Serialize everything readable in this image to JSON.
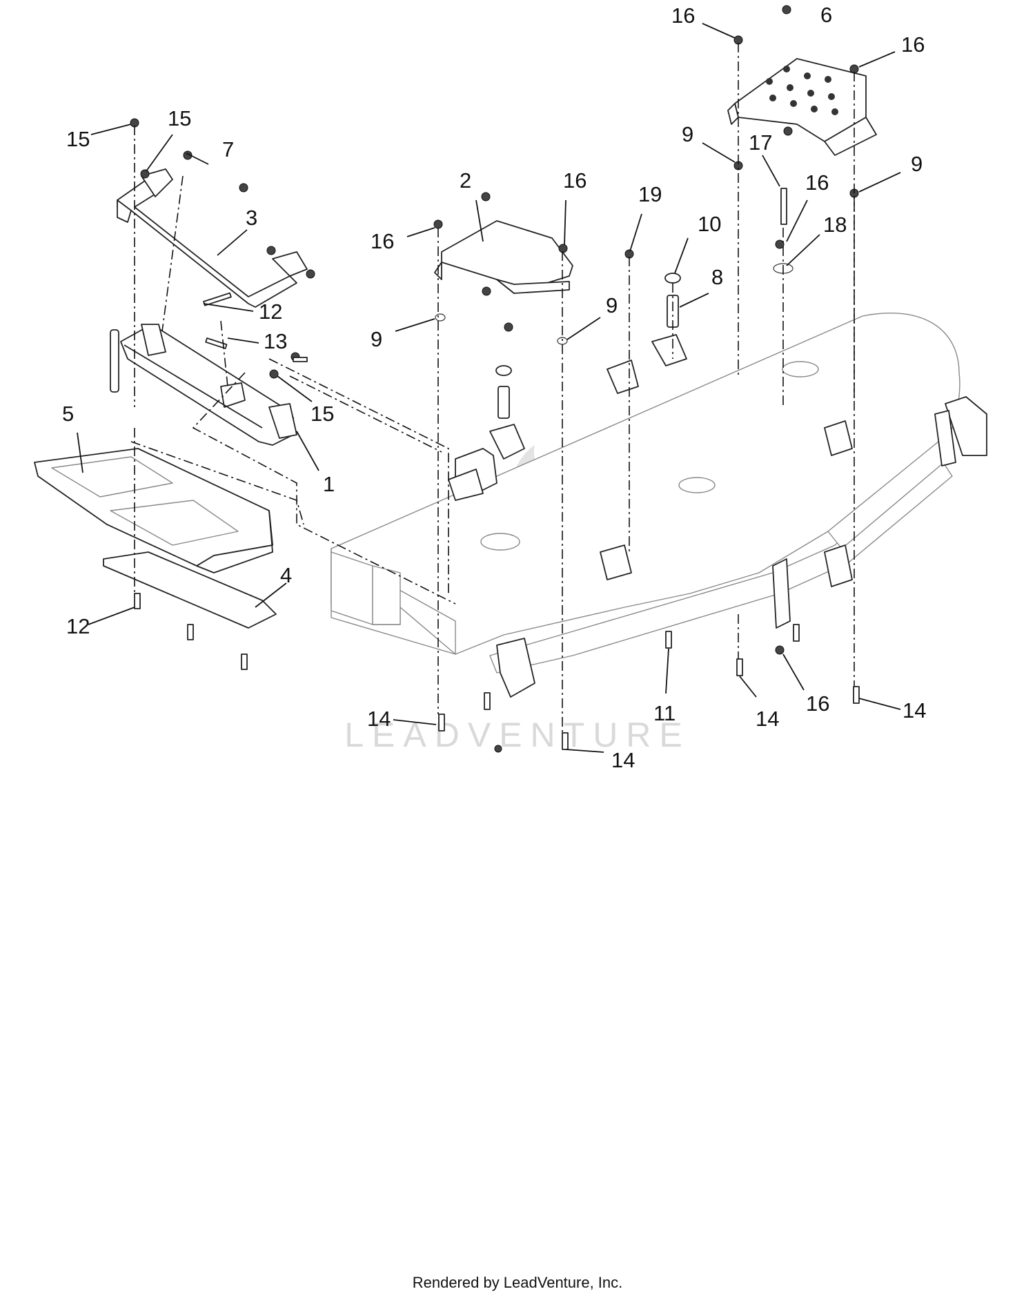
{
  "diagram": {
    "callouts": [
      {
        "id": "c16a",
        "text": "16"
      },
      {
        "id": "c6",
        "text": "6"
      },
      {
        "id": "c16b",
        "text": "16"
      },
      {
        "id": "c15a",
        "text": "15"
      },
      {
        "id": "c15b",
        "text": "15"
      },
      {
        "id": "c7",
        "text": "7"
      },
      {
        "id": "c9a",
        "text": "9"
      },
      {
        "id": "c17",
        "text": "17"
      },
      {
        "id": "c9b",
        "text": "9"
      },
      {
        "id": "c2",
        "text": "2"
      },
      {
        "id": "c16c",
        "text": "16"
      },
      {
        "id": "c16d",
        "text": "16"
      },
      {
        "id": "c3",
        "text": "3"
      },
      {
        "id": "c19",
        "text": "19"
      },
      {
        "id": "c16e",
        "text": "16"
      },
      {
        "id": "c10",
        "text": "10"
      },
      {
        "id": "c18",
        "text": "18"
      },
      {
        "id": "c12a",
        "text": "12"
      },
      {
        "id": "c8",
        "text": "8"
      },
      {
        "id": "c9c",
        "text": "9"
      },
      {
        "id": "c9d",
        "text": "9"
      },
      {
        "id": "c13",
        "text": "13"
      },
      {
        "id": "c15c",
        "text": "15"
      },
      {
        "id": "c5",
        "text": "5"
      },
      {
        "id": "c1",
        "text": "1"
      },
      {
        "id": "c4",
        "text": "4"
      },
      {
        "id": "c12b",
        "text": "12"
      },
      {
        "id": "c11",
        "text": "11"
      },
      {
        "id": "c16f",
        "text": "16"
      },
      {
        "id": "c14a",
        "text": "14"
      },
      {
        "id": "c14b",
        "text": "14"
      },
      {
        "id": "c14c",
        "text": "14"
      },
      {
        "id": "c14d",
        "text": "14"
      }
    ],
    "watermark": "LEADVENTURE"
  },
  "footer": {
    "text": "Rendered by LeadVenture, Inc."
  }
}
